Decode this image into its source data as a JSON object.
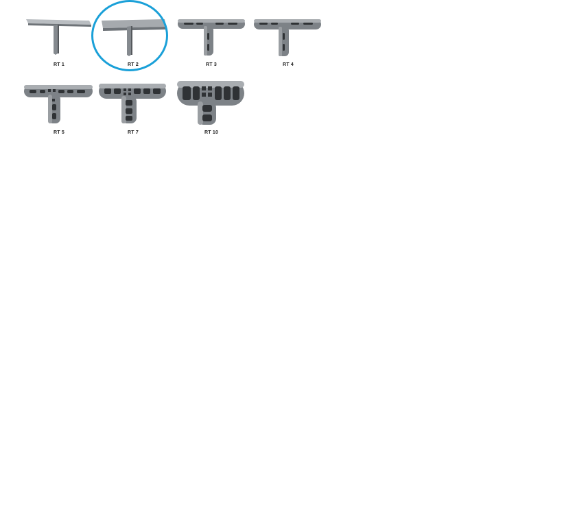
{
  "selected_index": 1,
  "selection_color": "#1aa0d8",
  "part_colors": {
    "body": "#7d8287",
    "highlight": "#b9bdc1",
    "shadow": "#55595d",
    "hole": "#2f3235"
  },
  "parts": [
    {
      "label": "RT 1",
      "icon": "flat-t-bracket-icon"
    },
    {
      "label": "RT 2",
      "icon": "flat-t-bracket-icon"
    },
    {
      "label": "RT 3",
      "icon": "slotted-t-bracket-icon"
    },
    {
      "label": "RT 4",
      "icon": "slotted-t-bracket-icon"
    },
    {
      "label": "RT 5",
      "icon": "perforated-t-bracket-icon"
    },
    {
      "label": "RT 7",
      "icon": "perforated-t-bracket-icon"
    },
    {
      "label": "RT 10",
      "icon": "wide-perforated-t-bracket-icon"
    }
  ]
}
